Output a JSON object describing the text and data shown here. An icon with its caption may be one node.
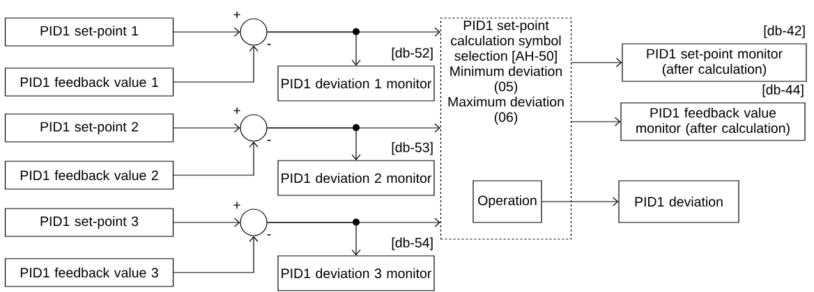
{
  "diagram": {
    "nodes": [
      {
        "text": [
          "PID1 set-point 1"
        ]
      },
      {
        "text": [
          "PID1 feedback value 1"
        ]
      },
      {
        "text": [],
        "shape": "circle"
      },
      {
        "text": [
          "PID1 deviation 1 monitor"
        ],
        "beside": [
          "[db-52]"
        ]
      },
      {
        "text": [
          "PID1 set-point 2"
        ]
      },
      {
        "text": [
          "PID1 feedback value 2"
        ]
      },
      {
        "text": [],
        "shape": "circle"
      },
      {
        "text": [
          "PID1 deviation 2 monitor"
        ],
        "beside": [
          "[db-53]"
        ]
      },
      {
        "text": [
          "PID1 set-point 3"
        ]
      },
      {
        "text": [
          "PID1 feedback value 3"
        ]
      },
      {
        "text": [],
        "shape": "circle"
      },
      {
        "text": [
          "PID1 deviation 3 monitor"
        ],
        "beside": [
          "[db-54]"
        ]
      },
      {
        "text": [
          "PID1 set-point calculation symbol selection [AH-50]",
          "Minimum deviation (05)",
          "Maximum deviation (06)"
        ]
      },
      {
        "text": [
          "Operation"
        ],
        "in": 12
      },
      {
        "text": [
          "PID1 set-point monitor (after calculation)"
        ],
        "beside": [
          "[db-42]"
        ]
      },
      {
        "text": [
          "PID1 feedback value monitor (after calculation)"
        ],
        "beside": [
          "[db-44]"
        ]
      },
      {
        "text": [
          "PID1 deviation"
        ]
      }
    ],
    "edges": [
      {
        "from": 0,
        "to": 2,
        "arrow": "to"
      },
      {
        "from": 1,
        "to": 2,
        "arrow": "to"
      },
      {
        "from": 2,
        "to": 12,
        "arrow": "to"
      },
      {
        "from": 2,
        "to": 3,
        "arrow": "to"
      },
      {
        "from": 4,
        "to": 6,
        "arrow": "to"
      },
      {
        "from": 5,
        "to": 6,
        "arrow": "to"
      },
      {
        "from": 6,
        "to": 12,
        "arrow": "to"
      },
      {
        "from": 6,
        "to": 7,
        "arrow": "to"
      },
      {
        "from": 8,
        "to": 10,
        "arrow": "to"
      },
      {
        "from": 9,
        "to": 10,
        "arrow": "to"
      },
      {
        "from": 10,
        "to": 12,
        "arrow": "to"
      },
      {
        "from": 10,
        "to": 11,
        "arrow": "to"
      },
      {
        "from": 12,
        "to": 14,
        "arrow": "to"
      },
      {
        "from": 12,
        "to": 15,
        "arrow": "to"
      },
      {
        "from": 13,
        "to": 16,
        "arrow": "to"
      }
    ],
    "labels": [
      "+",
      "-",
      "+",
      "-",
      "+",
      "-"
    ]
  }
}
